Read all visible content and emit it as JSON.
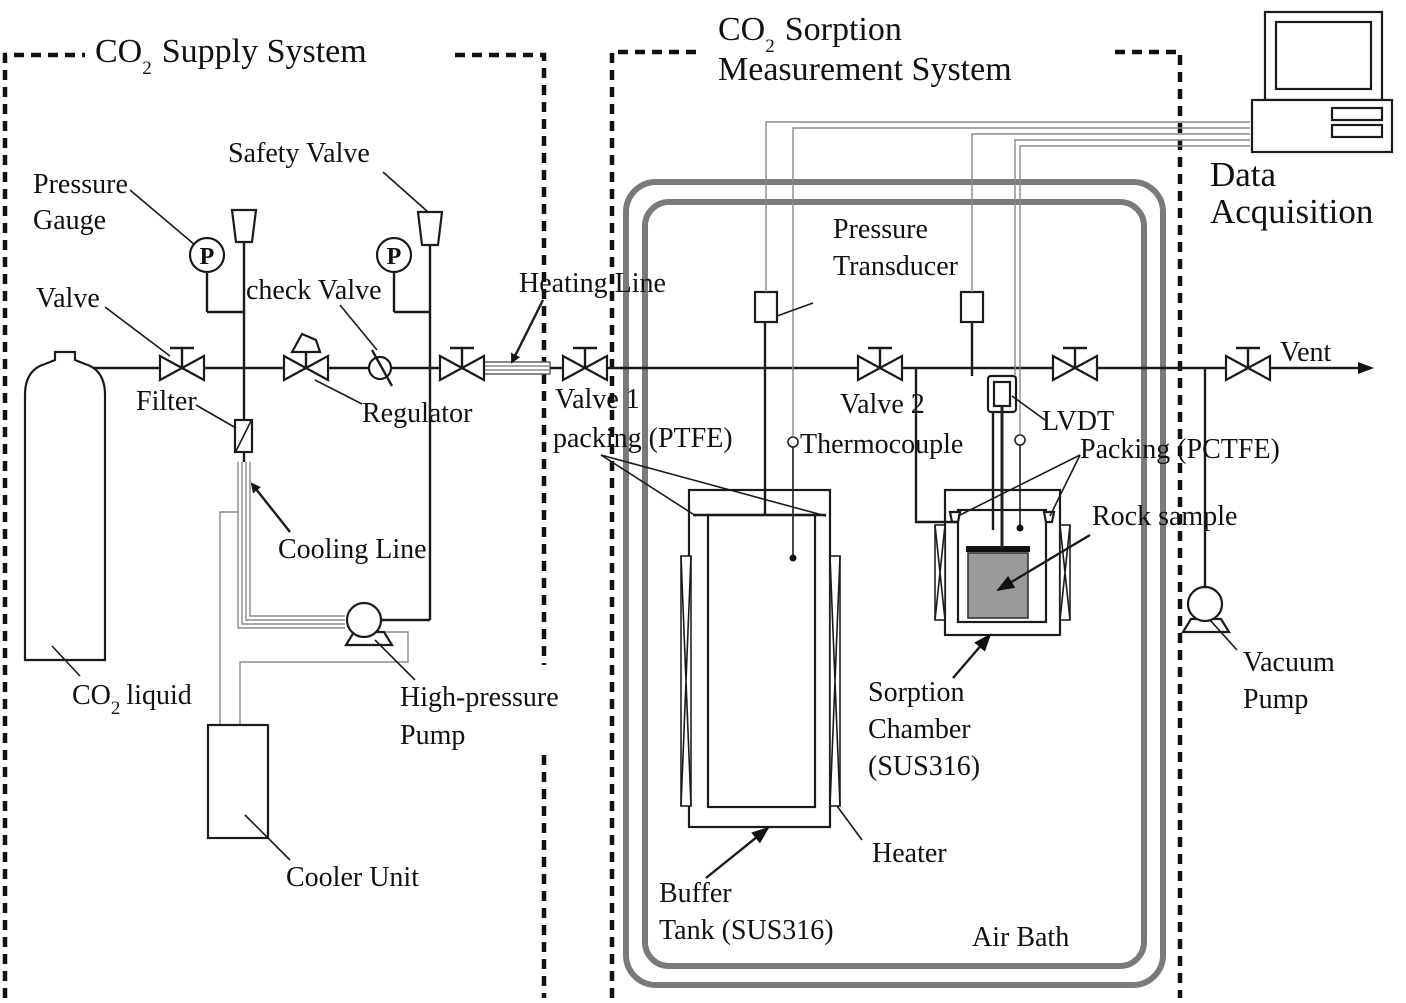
{
  "systems": {
    "supply_title_main": "CO",
    "supply_title_sub": "2",
    "supply_title_rest": "Supply System",
    "sorption_title_main": "CO",
    "sorption_title_sub": "2",
    "sorption_title_rest": "Sorption",
    "sorption_title_line2": "Measurement System"
  },
  "labels": {
    "safety_valve": "Safety Valve",
    "pressure_gauge_1": "Pressure",
    "pressure_gauge_2": "Gauge",
    "valve": "Valve",
    "check_valve": "check Valve",
    "filter": "Filter",
    "regulator": "Regulator",
    "heating_line": "Heating Line",
    "valve1": "Valve 1",
    "packing_ptfe": "packing (PTFE)",
    "cooling_line": "Cooling Line",
    "co2_liquid_main": "CO",
    "co2_liquid_sub": "2",
    "co2_liquid_rest": "liquid",
    "high_pressure_pump_1": "High-pressure",
    "high_pressure_pump_2": "Pump",
    "cooler_unit": "Cooler Unit",
    "pressure_transducer_1": "Pressure",
    "pressure_transducer_2": "Transducer",
    "valve2": "Valve 2",
    "thermocouple": "Thermocouple",
    "lvdt": "LVDT",
    "packing_pctfe": "Packing (PCTFE)",
    "rock_sample": "Rock sample",
    "sorption_chamber_1": "Sorption",
    "sorption_chamber_2": "Chamber",
    "sorption_chamber_3": "(SUS316)",
    "heater": "Heater",
    "buffer_tank_1": "Buffer",
    "buffer_tank_2": "Tank (SUS316)",
    "air_bath": "Air Bath",
    "vent": "Vent",
    "vacuum_pump_1": "Vacuum",
    "vacuum_pump_2": "Pump",
    "data_acquisition_1": "Data",
    "data_acquisition_2": "Acquisition",
    "gauge_symbol": "P"
  }
}
